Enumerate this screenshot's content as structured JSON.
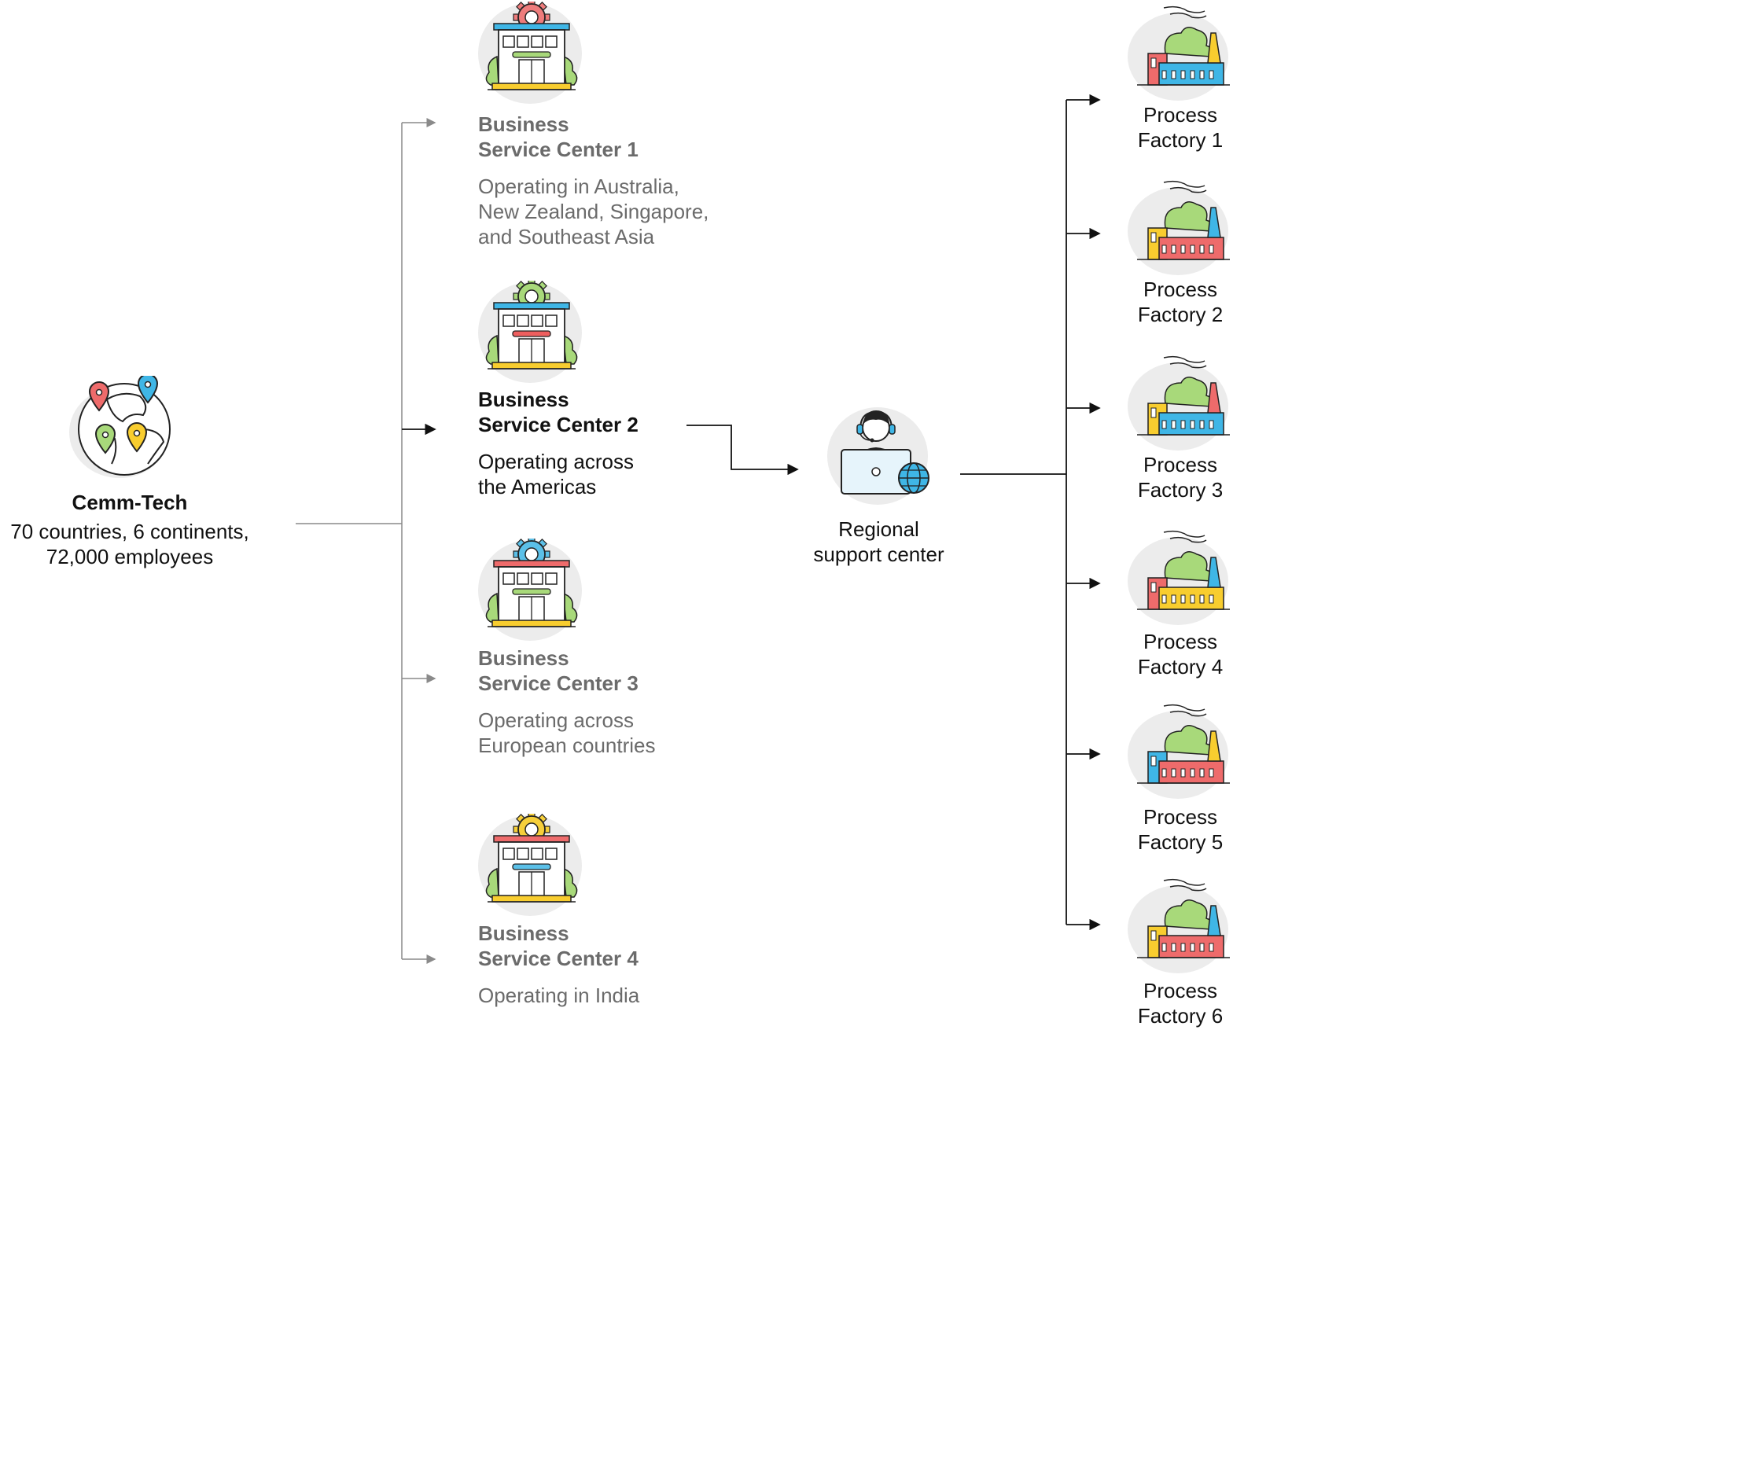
{
  "hq": {
    "name": "Cemm-Tech",
    "stats_line1": "70 countries, 6 continents,",
    "stats_line2": "72,000 employees"
  },
  "centers": [
    {
      "title_line1": "Business",
      "title_line2": "Service Center 1",
      "desc_lines": [
        "Operating in Australia,",
        "New Zealand, Singapore,",
        "and Southeast Asia"
      ],
      "highlighted": false,
      "gear_color": "#ee7c7c",
      "door_color": "#a8d97a"
    },
    {
      "title_line1": "Business",
      "title_line2": "Service Center 2",
      "desc_lines": [
        "Operating across",
        "the Americas"
      ],
      "highlighted": true,
      "gear_color": "#a8d97a",
      "door_color": "#ee5f5f"
    },
    {
      "title_line1": "Business",
      "title_line2": "Service Center 3",
      "desc_lines": [
        "Operating across",
        "European countries"
      ],
      "highlighted": false,
      "gear_color": "#5bc0e8",
      "door_color": "#a8d97a"
    },
    {
      "title_line1": "Business",
      "title_line2": "Service Center 4",
      "desc_lines": [
        "Operating in India"
      ],
      "highlighted": false,
      "gear_color": "#f6cf3a",
      "door_color": "#5bc0e8"
    }
  ],
  "support": {
    "line1": "Regional",
    "line2": "support center"
  },
  "factories": [
    {
      "line1": "Process",
      "line2": "Factory 1"
    },
    {
      "line1": "Process",
      "line2": "Factory 2"
    },
    {
      "line1": "Process",
      "line2": "Factory 3"
    },
    {
      "line1": "Process",
      "line2": "Factory 4"
    },
    {
      "line1": "Process",
      "line2": "Factory 5"
    },
    {
      "line1": "Process",
      "line2": "Factory 6"
    }
  ],
  "colors": {
    "red": "#ee6b6b",
    "blue": "#3fb6e6",
    "yellow": "#f8cd2f",
    "green": "#a8d97a",
    "bg_blob": "#ececec",
    "line_dim": "#8a8a8a",
    "line_dark": "#111111"
  }
}
